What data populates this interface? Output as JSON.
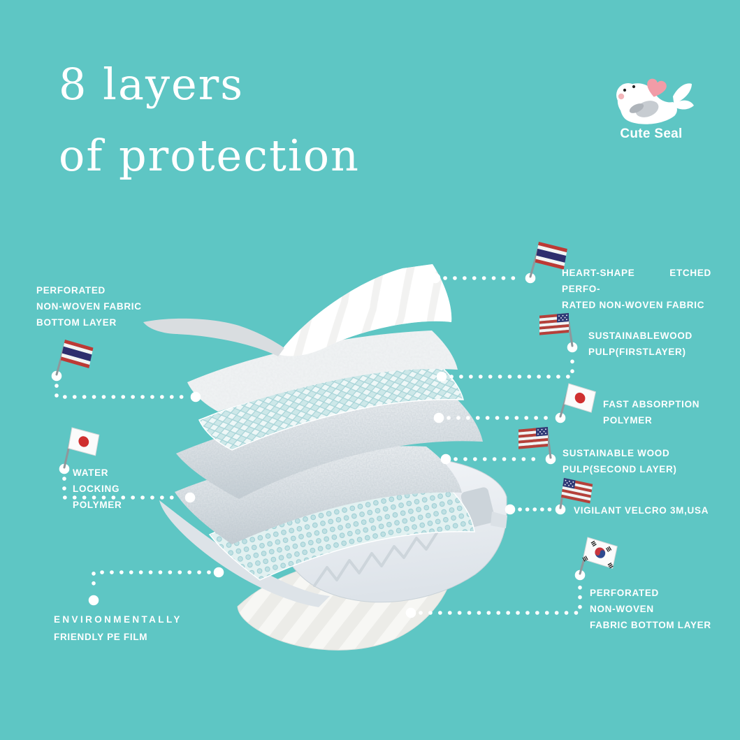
{
  "colors": {
    "background": "#5EC6C4",
    "text": "#FFFFFF",
    "mesh_blue": "#CDE8E9",
    "bubble_blue": "#BFE0E3",
    "crinkle_silver": "#DFE4E8",
    "shell_gray": "#ECEFF3",
    "heart_pink": "#F19CA7"
  },
  "title": {
    "line1": "8 layers",
    "line2": "of protection"
  },
  "logo": {
    "brand": "Cute Seal",
    "icon": "seal-with-heart"
  },
  "callouts": [
    {
      "id": "perforated-bottom-left",
      "flag": "thailand",
      "lines": [
        "PERFORATED",
        "NON-WOVEN FABRIC",
        "BOTTOM LAYER"
      ]
    },
    {
      "id": "water-locking-polymer",
      "flag": "japan",
      "lines": [
        "WATER LOCKING",
        "POLYMER"
      ]
    },
    {
      "id": "pe-film",
      "flag": "none",
      "lines": [
        "ENVIRONMENTALLY",
        "FRIENDLY PE FILM"
      ]
    },
    {
      "id": "heart-shape-fabric",
      "flag": "thailand",
      "lines": [
        "HEART-SHAPE ETCHED PERFO-",
        "RATED NON-WOVEN FABRIC"
      ]
    },
    {
      "id": "wood-pulp-first-layer",
      "flag": "usa",
      "lines": [
        "SUSTAINABLEWOOD",
        "PULP(FIRSTLAYER)"
      ]
    },
    {
      "id": "fast-absorption-polymer",
      "flag": "japan",
      "lines": [
        "FAST ABSORPTION",
        "POLYMER"
      ]
    },
    {
      "id": "wood-pulp-second-layer",
      "flag": "usa",
      "lines": [
        "SUSTAINABLE WOOD",
        "PULP(SECOND LAYER)"
      ]
    },
    {
      "id": "vigilant-velcro",
      "flag": "usa",
      "lines": [
        "VIGILANT VELCRO 3M,USA"
      ]
    },
    {
      "id": "perforated-bottom-right",
      "flag": "south-korea",
      "lines": [
        "PERFORATED",
        "NON-WOVEN",
        "FABRIC BOTTOM LAYER"
      ]
    }
  ],
  "layer_stack": [
    "heart-shape-etched-non-woven-top",
    "sustainable-wood-pulp-first",
    "fast-absorption-polymer-mesh",
    "sustainable-wood-pulp-second",
    "water-locking-polymer",
    "environmentally-friendly-pe-film",
    "diaper-shell-with-velcro",
    "perforated-non-woven-bottom"
  ]
}
